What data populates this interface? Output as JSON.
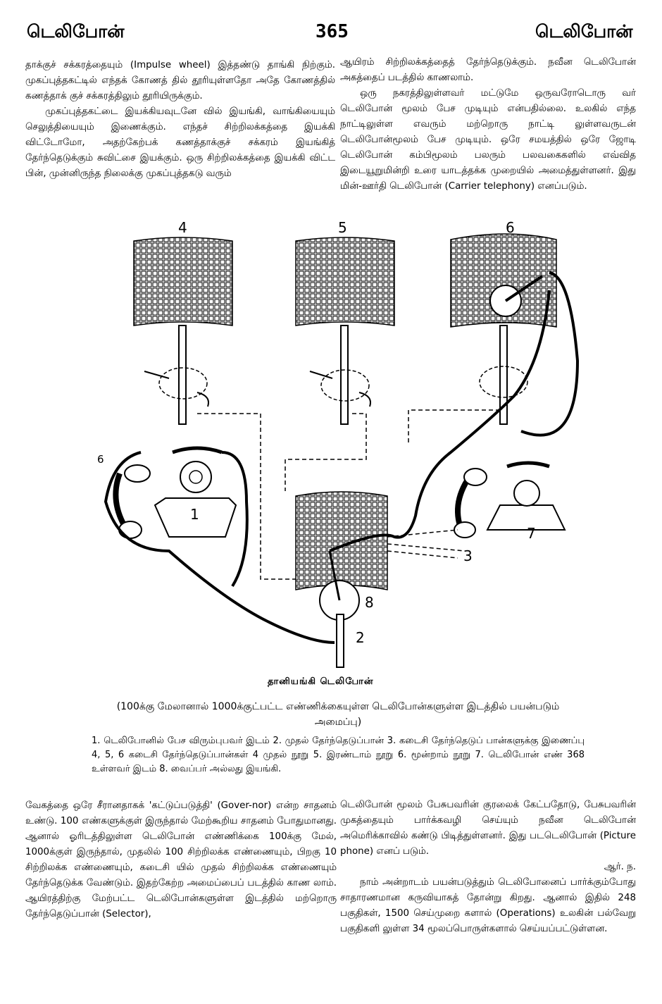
{
  "header": {
    "left_title": "டெலிபோன்",
    "page_number": "365",
    "right_title": "டெலிபோன்"
  },
  "top_left_column": {
    "para1": "தாக்குச் சக்கரத்தையும் (Impulse wheel) இத்தண்டு தாங்கி நிற்கும். முகப்புத்தகட்டில் எந்தக் கோணத் தில் தூரியுள்ளதோ அதே கோணத்தில் கணத்தாக் குச் சக்கரத்திலும் தூரியிருக்கும்.",
    "para2": "முகப்புத்தகட்டை இயக்கியவுடனே வில் இயங்கி, வாங்கியையும் செலுத்தியையும் இணைக்கும். எந்தச் சிற்றிலக்கத்தை இயக்கி விட்டோமோ, அதற்கேற்பக் கணத்தாக்குச் சக்கரம் இயங்கித் தேர்ந்தெடுக்கும் சுவிட்சை இயக்கும். ஒரு சிற்றிலக்கத்தை இயக்கி விட்ட பின், முன்னிருந்த நிலைக்கு முகப்புத்தகடு வரும்"
  },
  "top_right_column": {
    "para1": "ஆயிரம் சிற்றிலக்கத்தைத் தேர்ந்தெடுக்கும். நவீன டெலிபோன் அகத்தைப் படத்தில் காணலாம்.",
    "para2": "ஒரு நகரத்திலுள்ளவர் மட்டுமே ஒருவரோடொரு வர் டெலிபோன் மூலம் பேச முடியும் என்பதில்லை. உலகில் எந்த நாட்டிலுள்ள எவரும் மற்றொரு நாட்டி லுள்ளவருடன் டெலிபோன்மூலம் பேச முடியும். ஒரே சமயத்தில் ஒரே ஜோடி டெலிபோன் கம்பிமூலம் பலரும் பலவகைகளில் எவ்வித இடையூறுமின்றி உரை யாடத்தக்க முறையில் அமைத்துள்ளனர். இது மின்-ஊர்தி டெலிபோன் (Carrier telephony) எனப்படும்."
  },
  "figure": {
    "labels": [
      "4",
      "5",
      "6",
      "1",
      "7",
      "3",
      "8",
      "2",
      "6"
    ],
    "caption_title": "தானியங்கி டெலிபோன்",
    "caption_subtitle": "(100க்கு மேலானால் 1000க்குட்பட்ட எண்ணிக்கையுள்ள டெலிபோன்களுள்ள இடத்தில் பயன்படும் அமைப்பு)",
    "legend": "1. டெலிபோனில் பேச விரும்புபவர் இடம் 2. முதல் தேர்ந்தெடுப்பான் 3. கடைசி தேர்ந்தெடுப் பான்களுக்கு இணைப்பு 4, 5, 6 கடைசி தேர்ந்தெடுப்பான்கள் 4 முதல் நூறு 5. இரண்டாம் நூறு 6. மூன்றாம் நூறு 7. டெலிபோன் எண் 368 உள்ளவர் இடம் 8. வைப்பர் அல்லது இயங்கி."
  },
  "bottom_left_column": {
    "para1": "வேகத்தை ஒரே சீரானதாகக் 'கட்டுப்படுத்தி' (Gover-nor) என்ற சாதனம் உண்டு. 100 எண்களுக்குள் இருந்தால் மேற்கூறிய சாதனம் போதுமானது. ஆனால் ஓரிடத்திலுள்ள டெலிபோன் எண்ணிக்கை 100க்கு மேல், 1000க்குள் இருந்தால், முதலில் 100 சிற்றிலக்க எண்ணையும், பிறகு 10 சிற்றிலக்க எண்ணையும், கடைசி யில் முதல் சிற்றிலக்க எண்ணையும் தேர்ந்தெடுக்க வேண்டும். இதற்கேற்ற அமைப்பைப் படத்தில் காண லாம். ஆயிரத்திற்கு மேற்பட்ட டெலிபோன்களுள்ள இடத்தில் மற்றொரு தேர்ந்தெடுப்பான் (Selector),"
  },
  "bottom_right_column": {
    "para1": "டெலிபோன் மூலம் பேசுபவரின் குரலைக் கேட்பதோடு, பேசுபவரின் முகத்தையும் பார்க்கவழி செய்யும் நவீன டெலிபோன் அமெரிக்காவில் கண்டு பிடித்துள்ளனர். இது படடெலிபோன் (Picture phone) எனப் படும்.",
    "signature": "ஆர். ந.",
    "para2": "நாம் அன்றாடம் பயன்படுத்தும் டெலிபோனைப் பார்க்கும்போது சாதாரணமான கருவியாகத் தோன்று கிறது. ஆனால் இதில் 248 பகுதிகள், 1500 செய்முறை களால் (Operations) உலகின் பல்வேறு பகுதிகளி லுள்ள 34 மூலப்பொருள்களால் செய்யப்பட்டுள்ளன."
  }
}
